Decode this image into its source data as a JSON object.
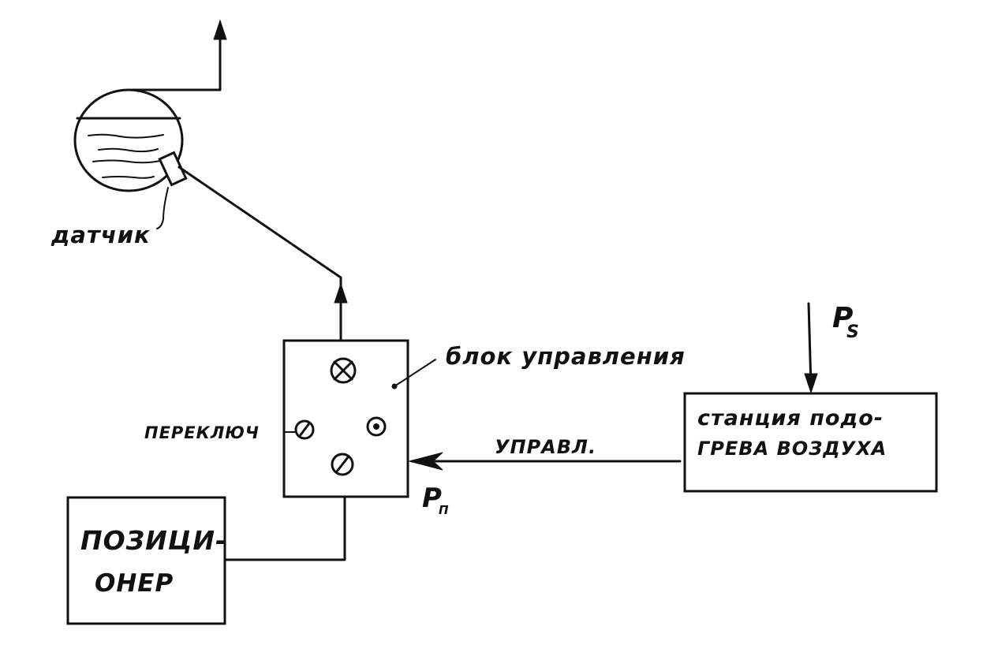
{
  "labels": {
    "sensor": "датчик",
    "control_block": "блок управления",
    "switch": "ПЕРЕКЛЮЧ",
    "control_signal": "УПРАВЛ.",
    "p_s": "P",
    "p_s_sub": "S",
    "p_n": "P",
    "p_n_sub": "П"
  },
  "air_station": {
    "line1": "станция подо-",
    "line2": "ГРЕВА ВОЗДУХА"
  },
  "positioner": {
    "line1": "ПОЗИЦИ-",
    "line2": "ОНЕР"
  },
  "colors": {
    "ink": "#111111",
    "paper": "#ffffff"
  }
}
